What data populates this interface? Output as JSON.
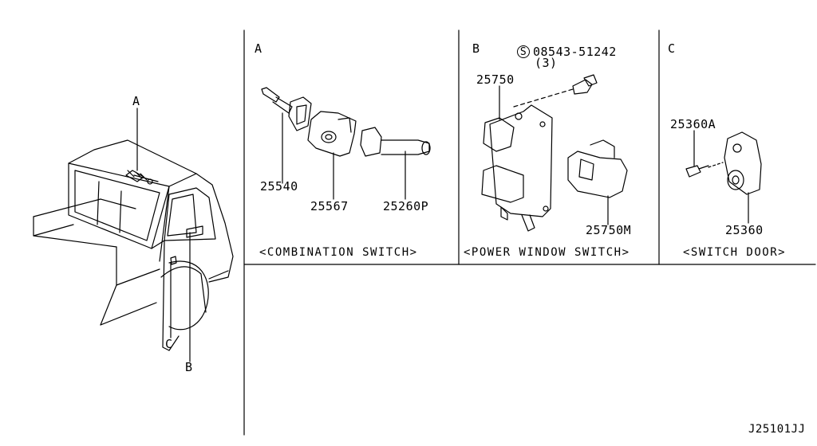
{
  "vehicle": {
    "callouts": {
      "a": "A",
      "b": "B",
      "c": "C"
    }
  },
  "panel_a": {
    "letter": "A",
    "parts": [
      "25540",
      "25567",
      "25260P"
    ],
    "caption": "<COMBINATION SWITCH>"
  },
  "panel_b": {
    "letter": "B",
    "screw_symbol": "S",
    "screw_part": "08543-51242",
    "screw_qty": "(3)",
    "parts": [
      "25750",
      "25750M"
    ],
    "caption": "<POWER WINDOW SWITCH>"
  },
  "panel_c": {
    "letter": "C",
    "parts": [
      "25360A",
      "25360"
    ],
    "caption": "<SWITCH DOOR>"
  },
  "diagram_code": "J25101JJ"
}
